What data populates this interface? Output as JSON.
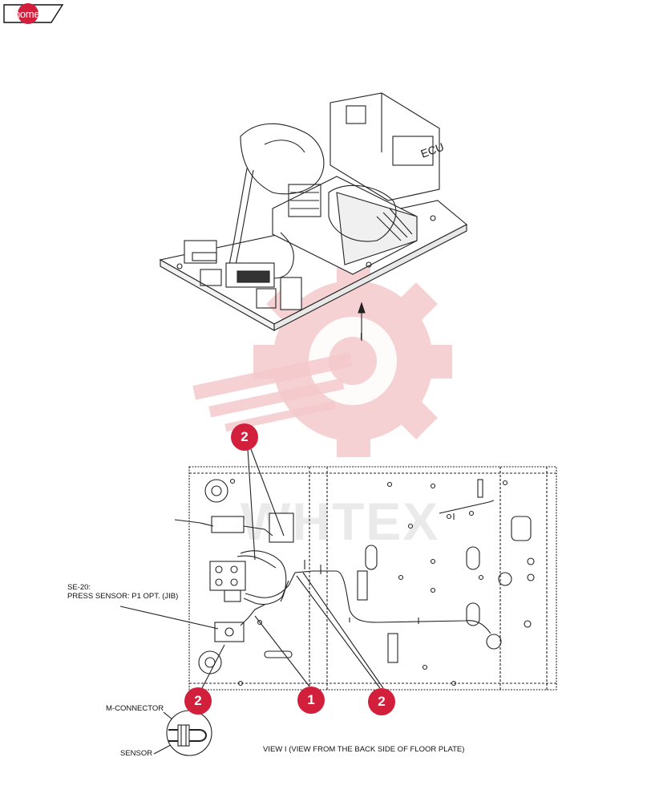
{
  "nav": {
    "home_label": "home"
  },
  "callouts": [
    {
      "id": "c1",
      "number": "2"
    },
    {
      "id": "c2",
      "number": "1"
    },
    {
      "id": "c3",
      "number": "2"
    },
    {
      "id": "c4",
      "number": "2"
    }
  ],
  "labels": {
    "se20_line1": "SE-20:",
    "se20_line2": "PRESS SENSOR: P1 OPT. (JIB)",
    "m_connector": "M-CONNECTOR",
    "sensor": "SENSOR",
    "view_caption": "VIEW I (VIEW FROM THE BACK SIDE OF FLOOR PLATE)",
    "ecu": "ECU",
    "view_marker": "I"
  },
  "watermark": {
    "text": "WHTEX"
  },
  "colors": {
    "accent": "#d21f3c",
    "watermark": "#f5c9cc"
  }
}
